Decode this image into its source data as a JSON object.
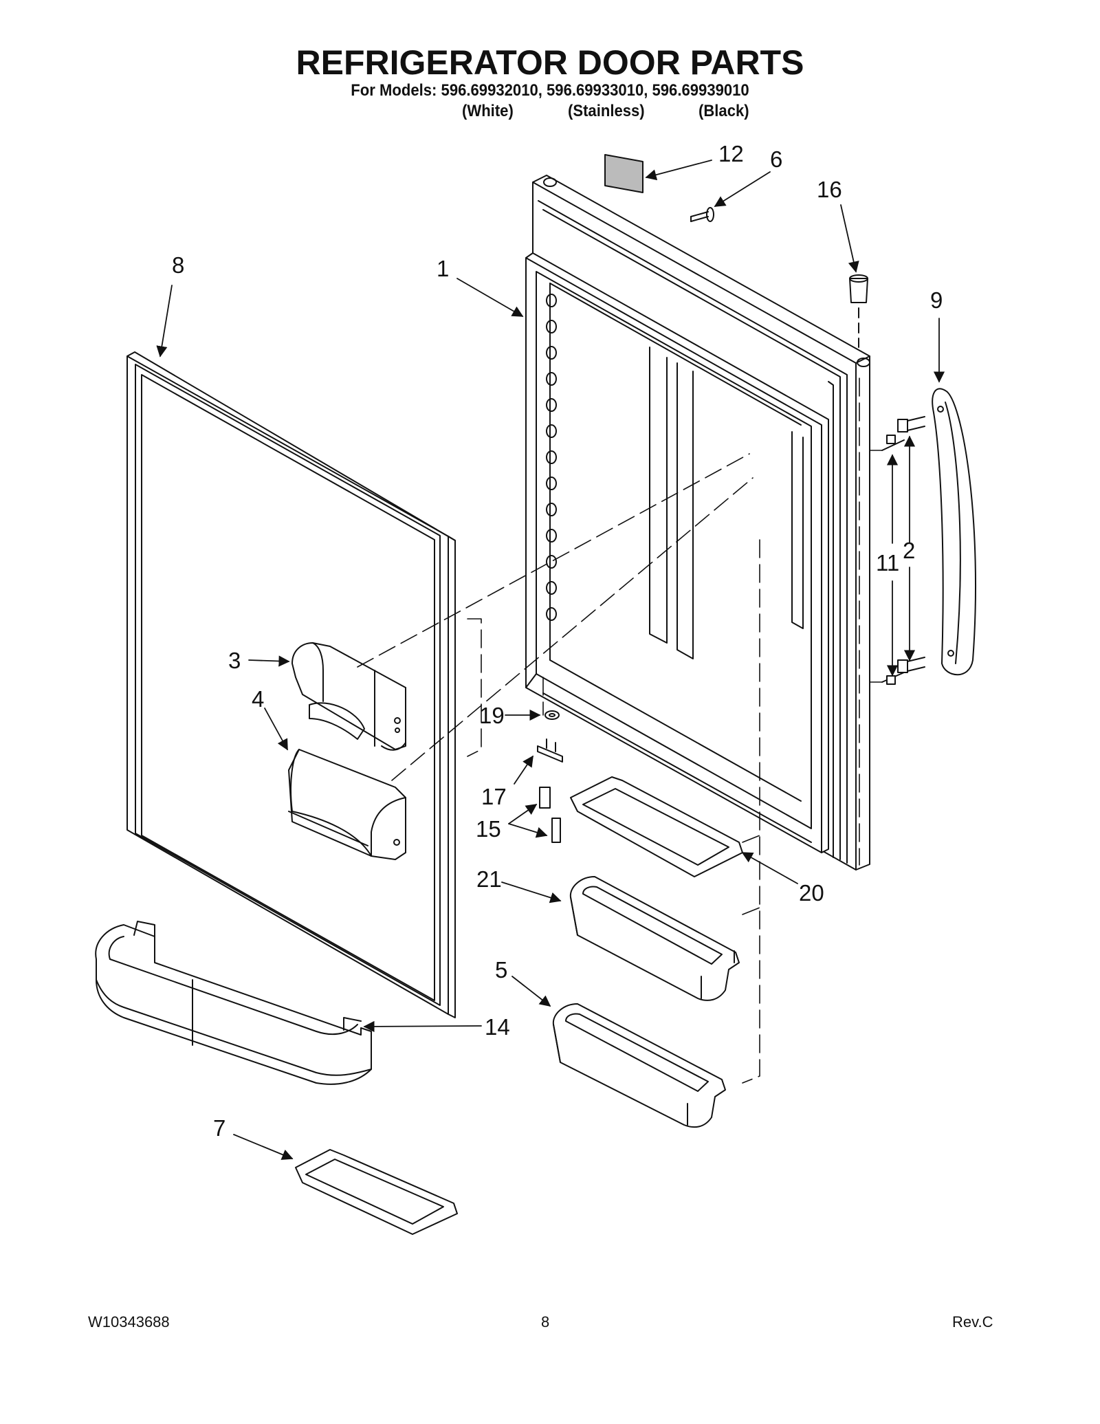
{
  "header": {
    "title": "REFRIGERATOR DOOR PARTS",
    "models_line": "For Models: 596.69932010, 596.69933010, 596.69939010",
    "variants": [
      "(White)",
      "(Stainless)",
      "(Black)"
    ]
  },
  "callouts": [
    "12",
    "6",
    "16",
    "8",
    "1",
    "9",
    "2",
    "11",
    "3",
    "4",
    "19",
    "17",
    "15",
    "20",
    "21",
    "5",
    "14",
    "7"
  ],
  "footer": {
    "doc_number": "W10343688",
    "page_number": "8",
    "revision": "Rev.C"
  }
}
